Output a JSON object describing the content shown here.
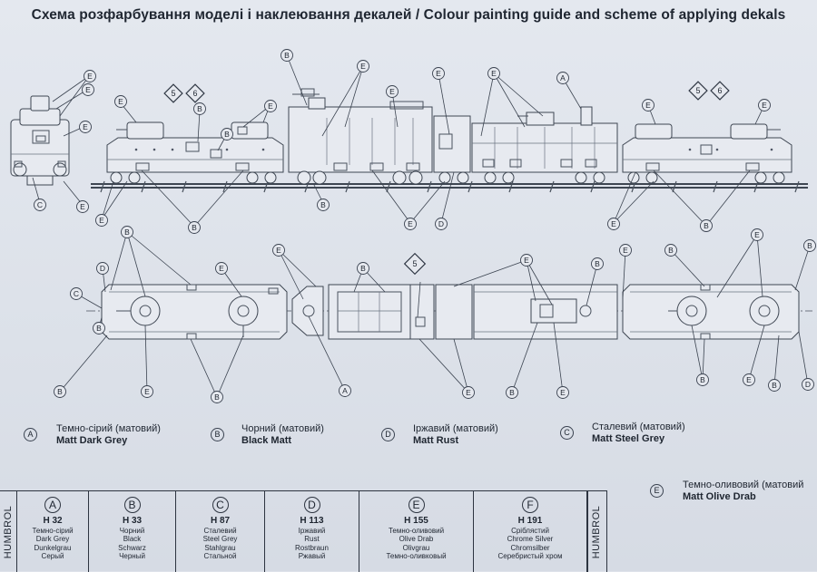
{
  "title": "Схема розфарбування моделі і наклеювання декалей / Colour painting guide and scheme of applying dekals",
  "legend": [
    {
      "letter": "A",
      "ua": "Темно-сірий (матовий)",
      "en": "Matt Dark  Grey"
    },
    {
      "letter": "B",
      "ua": "Чорний (матовий)",
      "en": "Black Matt"
    },
    {
      "letter": "D",
      "ua": "Іржавий (матовий)",
      "en": "Matt Rust"
    },
    {
      "letter": "C",
      "ua": "Сталевий (матовий)",
      "en": "Matt Steel Grey"
    },
    {
      "letter": "E",
      "ua": "Темно-оливовий (матовий",
      "en": "Matt Olive Drab"
    }
  ],
  "paint_table": {
    "brand_label": "HUMBROL",
    "columns": [
      {
        "letter": "A",
        "code": "H 32",
        "names": [
          "Темно-сірий",
          "Dark Grey",
          "Dunkelgrau",
          "Серый"
        ]
      },
      {
        "letter": "B",
        "code": "H 33",
        "names": [
          "Чорний",
          "Black",
          "Schwarz",
          "Черный"
        ]
      },
      {
        "letter": "C",
        "code": "H 87",
        "names": [
          "Сталевий",
          "Steel Grey",
          "Stahlgrau",
          "Стальной"
        ]
      },
      {
        "letter": "D",
        "code": "H 113",
        "names": [
          "Іржавий",
          "Rust",
          "Rostbraun",
          "Ржавый"
        ]
      },
      {
        "letter": "E",
        "code": "H 155",
        "names": [
          "Темно-оливовий",
          "Olive Drab",
          "Olivgrau",
          "Темно-оливковый"
        ]
      },
      {
        "letter": "F",
        "code": "H 191",
        "names": [
          "Сріблястий",
          "Chrome Silver",
          "Chromsilber",
          "Серебристый хром"
        ]
      }
    ]
  },
  "decal_markers": [
    "5",
    "6",
    "5",
    "6",
    "5"
  ]
}
